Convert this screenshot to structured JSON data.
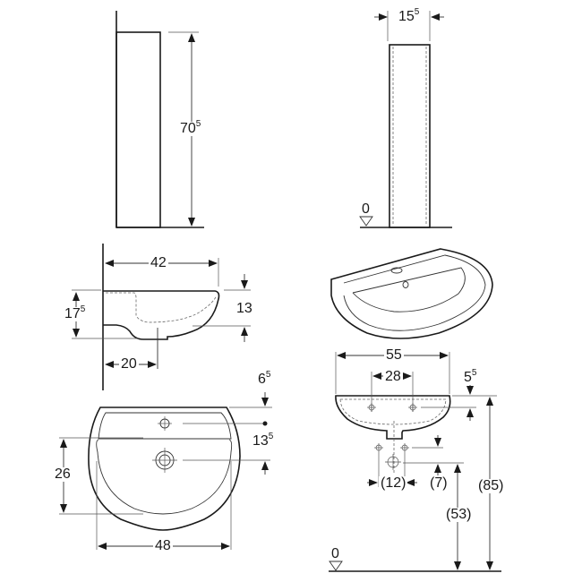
{
  "diagram": {
    "title": "Washbasin with pedestal — technical dimension drawing",
    "units": "cm",
    "colors": {
      "line": "#1a1a1a",
      "background": "#ffffff"
    },
    "views": {
      "pedestal_side": {
        "height": {
          "main": "70",
          "sup": "5"
        }
      },
      "pedestal_front": {
        "width": {
          "main": "15",
          "sup": "5"
        },
        "floor_level": "0"
      },
      "basin_side": {
        "depth": "42",
        "overall_height": {
          "main": "17",
          "sup": "5"
        },
        "bowl_height": "13",
        "drain_offset": "20"
      },
      "basin_iso": {
        "description": "Isometric view of washbasin"
      },
      "basin_top": {
        "tap_hole_offset": {
          "main": "6",
          "sup": "5"
        },
        "tap_to_drain": {
          "main": "13",
          "sup": "5"
        },
        "bowl_depth": "26",
        "bowl_width": "48"
      },
      "basin_front": {
        "overall_width": "55",
        "fixing_holes": "28",
        "fixing_height": {
          "main": "5",
          "sup": "5"
        },
        "supply_spacing": "(12)",
        "supply_offset": "(7)",
        "waste_height": "(53)",
        "rim_height": "(85)",
        "floor_level": "0"
      }
    }
  }
}
